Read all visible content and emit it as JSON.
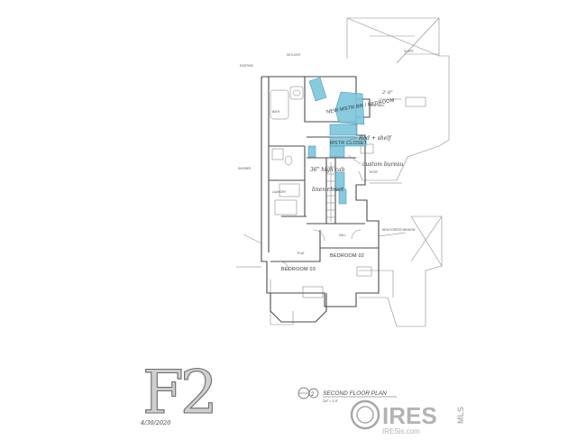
{
  "sheet": {
    "id": "F2",
    "date": "4/30/2020",
    "title": "SECOND FLOOR PLAN",
    "detail_number": "2",
    "scale": "1/4\" = 1'-0\""
  },
  "rooms": {
    "primary_bedroom": "NEW MSTR BR / BEDROOM",
    "primary_closet": "MSTR CLOSET",
    "bedroom_02": "BEDROOM 02",
    "bedroom_03": "BEDROOM 03",
    "hall": "HALL",
    "laundry": "LAUNDRY",
    "bath": "BATH"
  },
  "annotations": {
    "rod_shelf": "Rod + shelf",
    "bureau": "custom bureau",
    "cab": "36\" high cab",
    "linen": "linen closet",
    "skylight": "SKYLIGHT",
    "slope": "SLOPE",
    "roof": "ROOF",
    "plat": "PLAT",
    "existing": "EXISTING",
    "new_wall": "NEW WALL",
    "shower": "SHOWER",
    "egress": "NEW EGRESS WINDOW"
  },
  "watermark": {
    "brand": "IRES",
    "sub": "IRESis.com",
    "mls": "MLS"
  }
}
